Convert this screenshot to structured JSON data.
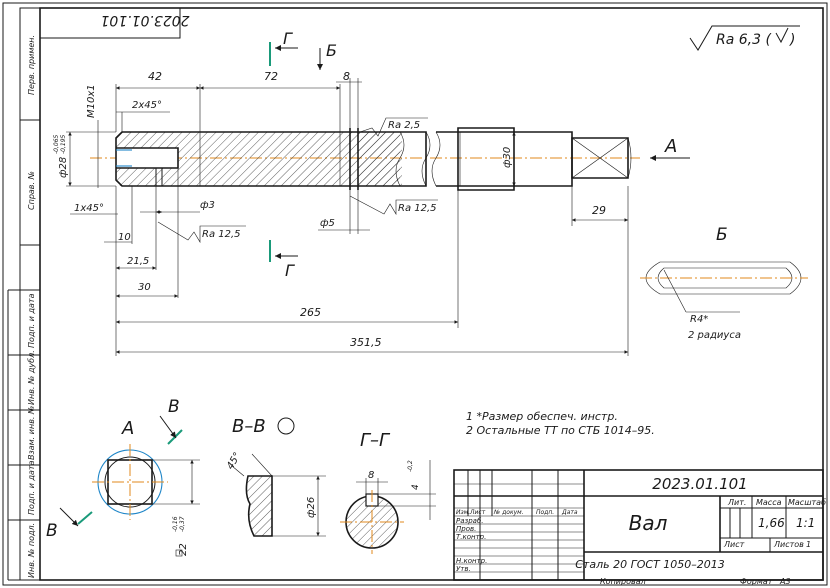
{
  "stamp_top": "2023.01.101",
  "roughness": {
    "general": "Ra 6,3 (",
    "general_close": ")",
    "r1": "Ra 2,5",
    "r2": "Ra 12,5",
    "r3": "Ra 12,5"
  },
  "section_marks": {
    "g": "Г",
    "b": "Б",
    "a": "А"
  },
  "dimensions": {
    "d42": "42",
    "d72": "72",
    "d8": "8",
    "chamfer_top": "2x45°",
    "thread": "M10x1",
    "diam_main": "ф28",
    "diam_tol_up": "-0,065",
    "diam_tol_lo": "-0,195",
    "chamfer_left": "1x45°",
    "d10": "10",
    "d21_5": "21,5",
    "d30": "30",
    "d3": "ф3",
    "d5": "ф5",
    "d30b": "ф30",
    "d29": "29",
    "d265": "265",
    "d351_5": "351,5"
  },
  "view_b": {
    "title": "Б",
    "r4": "R4*",
    "note": "2 радиуса"
  },
  "view_a": {
    "title": "А",
    "arrow": "В",
    "arrow2": "В",
    "dim": "22",
    "tol_up": "-0,16",
    "tol_lo": "-0,37"
  },
  "section_vv": {
    "title": "В–В",
    "angle": "45°",
    "dim": "ф26"
  },
  "section_gg": {
    "title": "Г–Г",
    "dim8": "8",
    "dim4": "4",
    "tol": "-0,2"
  },
  "notes": [
    "1  *Размер обеспеч. инстр.",
    "2  Остальные ТТ по СТБ 1014–95."
  ],
  "side_labels": [
    "Перв. примен.",
    "Справ. №",
    "Подп. и дата",
    "Инв. № дубл.",
    "Взам. инв. №",
    "Подп. и дата",
    "Инв. № подл."
  ],
  "title_block": {
    "doc_number": "2023.01.101",
    "name": "Вал",
    "material": "Сталь 20 ГОСТ 1050–2013",
    "col_lit": "Лит.",
    "col_mass": "Масса",
    "col_scale": "Масштаб",
    "mass": "1,66",
    "scale": "1:1",
    "sheet": "Лист",
    "sheets": "Листов",
    "sheets_val": "1",
    "hdr_izm": "Изм.",
    "hdr_list": "Лист",
    "hdr_doc": "№ докум.",
    "hdr_sign": "Подп.",
    "hdr_date": "Дата",
    "roles": [
      "Разраб.",
      "Пров.",
      "Т.контр.",
      "",
      "Н.контр.",
      "Утв."
    ],
    "copied": "Копировал",
    "format": "Формат",
    "format_val": "A3"
  }
}
